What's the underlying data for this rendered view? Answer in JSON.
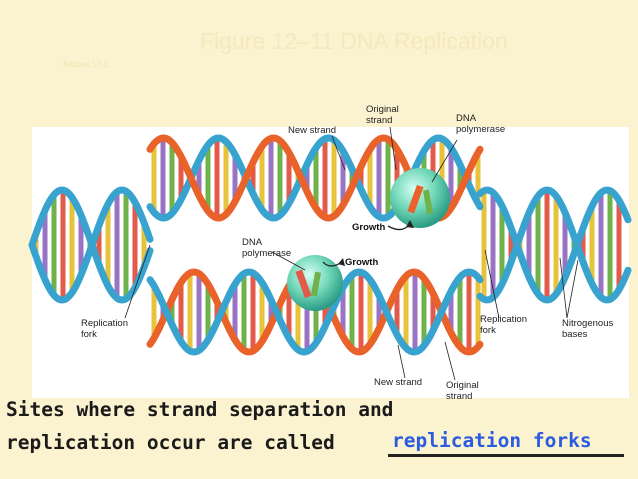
{
  "slide": {
    "title": "Figure 12–11 DNA Replication",
    "section": "Section 12-2"
  },
  "labels": {
    "original_strand_top": "Original strand",
    "new_strand_top": "New strand",
    "dna_polymerase_top": "DNA polymerase",
    "dna_polymerase_left": "DNA polymerase",
    "growth_top": "Growth",
    "growth_middle": "Growth",
    "replication_fork_left": "Replication fork",
    "replication_fork_right": "Replication fork",
    "nitrogenous_bases": "Nitrogenous bases",
    "new_strand_bottom": "New strand",
    "original_strand_bottom": "Original strand"
  },
  "caption": {
    "line1": "Sites where strand separation and",
    "line2": "replication occur are called",
    "answer": "replication forks"
  },
  "colors": {
    "backbone_blue": "#39a3cf",
    "backbone_orange": "#e8622a",
    "base_colors": [
      "#e7c23b",
      "#9a74c4",
      "#6fb24a",
      "#e25a4a"
    ],
    "enzyme": "#5fcfae",
    "answer": "#2a5be0"
  }
}
